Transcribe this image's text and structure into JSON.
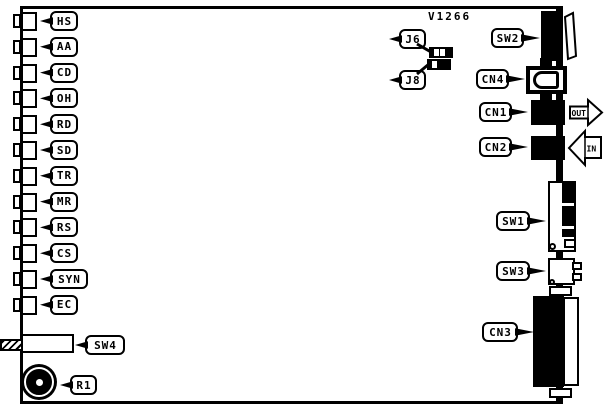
{
  "board": {
    "part_number": "V1266",
    "led_labels": [
      "HS",
      "AA",
      "CD",
      "OH",
      "RD",
      "SD",
      "TR",
      "MR",
      "RS",
      "CS",
      "SYN",
      "EC"
    ],
    "labels": {
      "j6": "J6",
      "j8": "J8",
      "sw1": "SW1",
      "sw2": "SW2",
      "sw3": "SW3",
      "sw4": "SW4",
      "cn1": "CN1",
      "cn2": "CN2",
      "cn3": "CN3",
      "cn4": "CN4",
      "r1": "R1"
    },
    "arrows": {
      "out": "OUT",
      "in": "IN"
    },
    "colors": {
      "ink": "#000000",
      "paper": "#ffffff"
    }
  }
}
